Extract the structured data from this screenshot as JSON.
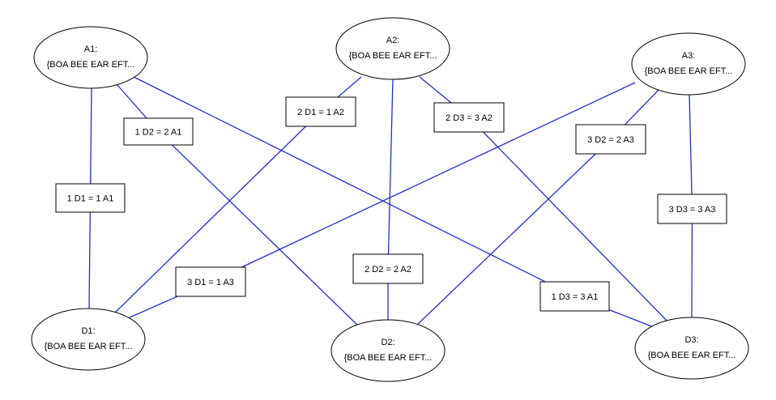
{
  "diagram": {
    "nodes": [
      {
        "id": "A1",
        "title": "A1:",
        "content": "{BOA BEE EAR EFT..."
      },
      {
        "id": "A2",
        "title": "A2:",
        "content": "{BOA BEE EAR EFT..."
      },
      {
        "id": "A3",
        "title": "A3:",
        "content": "{BOA BEE EAR EFT..."
      },
      {
        "id": "D1",
        "title": "D1:",
        "content": "{BOA BEE EAR EFT..."
      },
      {
        "id": "D2",
        "title": "D2:",
        "content": "{BOA BEE EAR EFT..."
      },
      {
        "id": "D3",
        "title": "D3:",
        "content": "{BOA BEE EAR EFT..."
      }
    ],
    "edges": [
      {
        "from": "A1",
        "to": "D1",
        "label": "1 D1 = 1 A1"
      },
      {
        "from": "A1",
        "to": "D2",
        "label": "1 D2 = 2 A1"
      },
      {
        "from": "A1",
        "to": "D3",
        "label": "1 D3 = 3 A1"
      },
      {
        "from": "A2",
        "to": "D1",
        "label": "2 D1 = 1 A2"
      },
      {
        "from": "A2",
        "to": "D2",
        "label": "2 D2 = 2 A2"
      },
      {
        "from": "A2",
        "to": "D3",
        "label": "2 D3 = 3 A2"
      },
      {
        "from": "A3",
        "to": "D1",
        "label": "3 D1 = 1 A3"
      },
      {
        "from": "A3",
        "to": "D2",
        "label": "3 D2 = 2 A3"
      },
      {
        "from": "A3",
        "to": "D3",
        "label": "3 D3 = 3 A3"
      }
    ],
    "colors": {
      "edge": "#1f2fd6",
      "border": "#000000",
      "background": "#ffffff"
    }
  }
}
